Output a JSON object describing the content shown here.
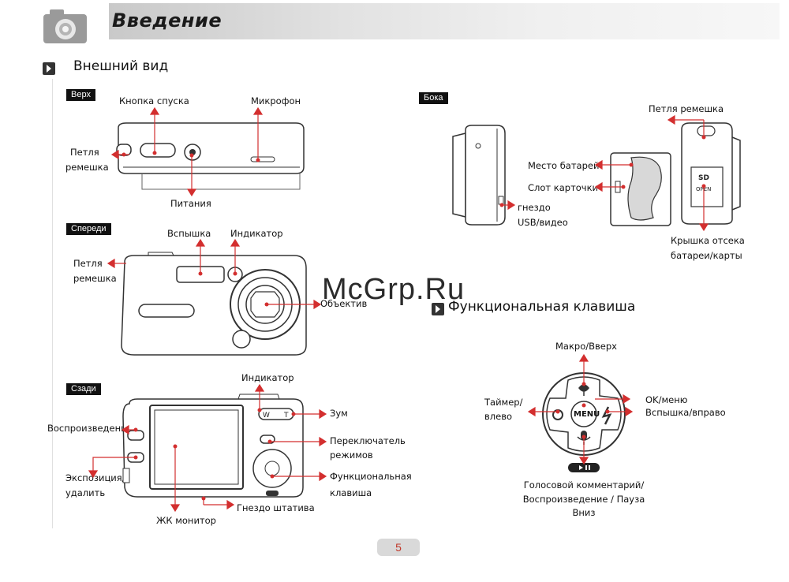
{
  "header": {
    "title": "Введение"
  },
  "section1": {
    "title": "Внешний вид"
  },
  "section2": {
    "title": "Функциональная клавиша"
  },
  "watermark": "McGrp.Ru",
  "page_number": "5",
  "top": {
    "tag": "Верх",
    "shutter": "Кнопка спуска",
    "mic": "Микрофон",
    "strap_line1": "Петля",
    "strap_line2": "ремешка",
    "power": "Питания"
  },
  "front": {
    "tag": "Спереди",
    "flash": "Вспышка",
    "indicator": "Индикатор",
    "strap_line1": "Петля",
    "strap_line2": "ремешка",
    "lens": "Объектив"
  },
  "back": {
    "tag": "Сзади",
    "indicator": "Индикатор",
    "playback": "Воспроизведение",
    "exposure_line1": "Экспозиция/",
    "exposure_line2": "удалить",
    "zoom": "Зум",
    "mode_line1": "Переключатель",
    "mode_line2": "режимов",
    "func_line1": "Функциональная",
    "func_line2": "клавиша",
    "lcd": "ЖК монитор",
    "tripod": "Гнездо штатива"
  },
  "sides": {
    "tag": "Бока",
    "strap": "Петля ремешка",
    "battery": "Место батарей",
    "card": "Слот карточки",
    "usb_line1": "гнездо",
    "usb_line2": "USB/видео",
    "cover_line1": "Крышка отсека",
    "cover_line2": "батареи/карты"
  },
  "dpad": {
    "up": "Макро/Вверх",
    "left_line1": "Таймер/",
    "left_line2": "влево",
    "right_line1": "OK/меню",
    "right_line2": "Вспышка/вправо",
    "down_line1": "Голосовой комментарий/",
    "down_line2": "Воспроизведение / Пауза",
    "down_line3": "Вниз",
    "center": "MENU"
  },
  "colors": {
    "accent": "#d32f2f",
    "banner": "#d0d0d0",
    "tag_bg": "#111111"
  }
}
